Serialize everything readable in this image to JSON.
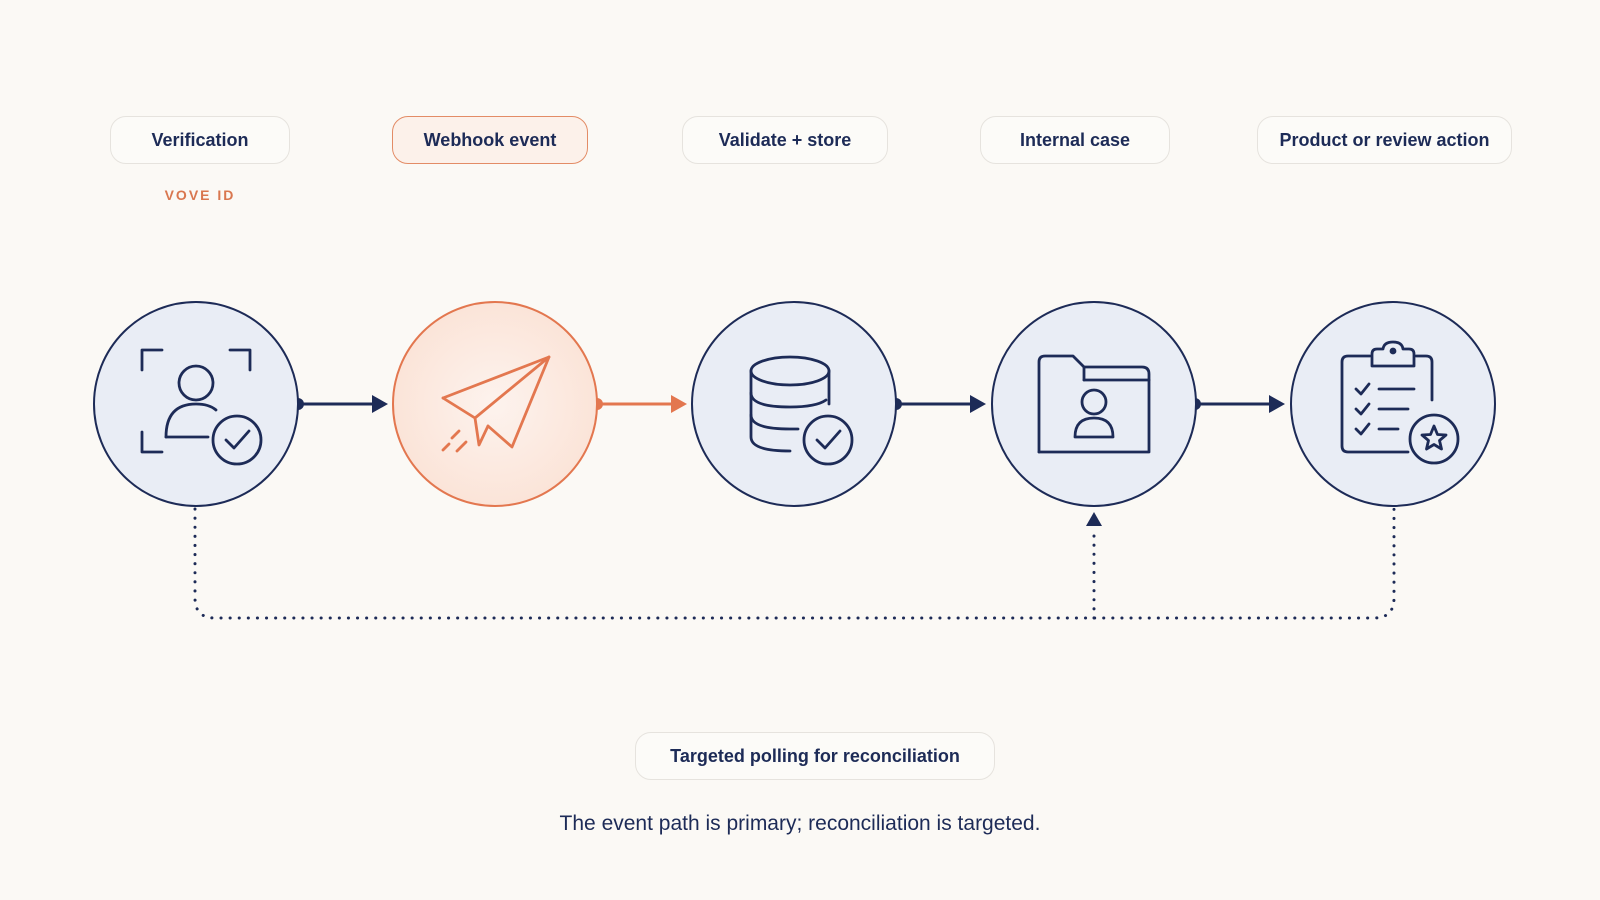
{
  "stages": [
    {
      "label": "Verification",
      "sublabel": "VOVE ID",
      "icon": "user-verify-icon"
    },
    {
      "label": "Webhook event",
      "icon": "paper-plane-icon"
    },
    {
      "label": "Validate + store",
      "icon": "database-check-icon"
    },
    {
      "label": "Internal case",
      "icon": "folder-user-icon"
    },
    {
      "label": "Product or review action",
      "icon": "clipboard-star-icon"
    }
  ],
  "polling": {
    "label": "Targeted polling for reconciliation"
  },
  "caption": "The event path is primary; reconciliation is targeted.",
  "colors": {
    "navy": "#1d2b57",
    "accent": "#e3774f",
    "circle_fill": "#e9edf5",
    "accent_fill": "#fbe7dc",
    "background": "#fbf9f5"
  }
}
